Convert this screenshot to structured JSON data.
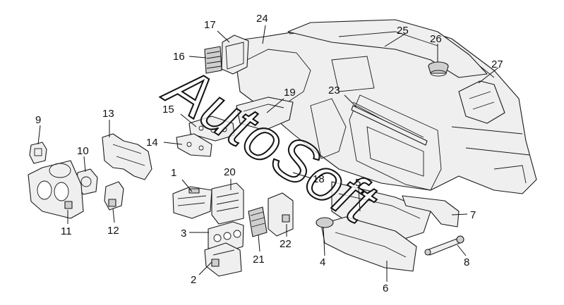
{
  "watermark": "AutoSoft",
  "callouts": [
    "1",
    "2",
    "3",
    "4",
    "5",
    "6",
    "7",
    "8",
    "9",
    "10",
    "11",
    "12",
    "13",
    "14",
    "15",
    "16",
    "17",
    "18",
    "19",
    "20",
    "21",
    "22",
    "23",
    "24",
    "25",
    "26",
    "27"
  ]
}
